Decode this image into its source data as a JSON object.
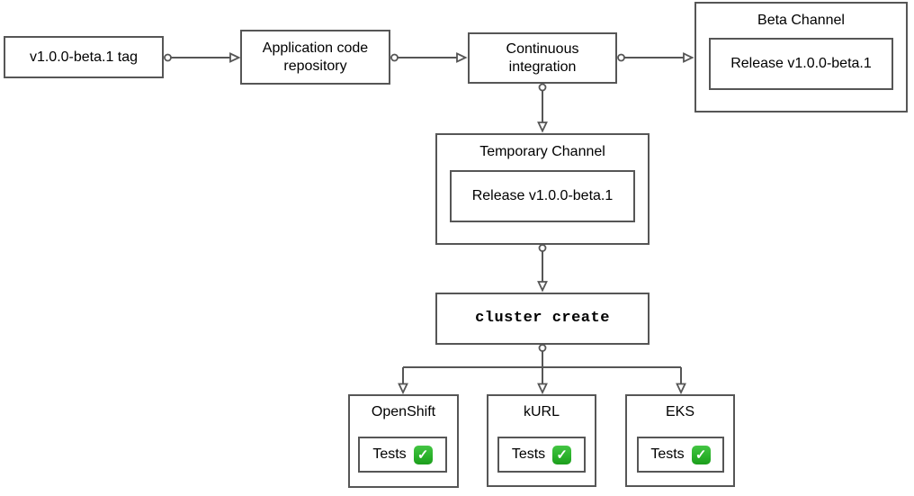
{
  "nodes": {
    "tag": {
      "label": "v1.0.0-beta.1 tag"
    },
    "repo": {
      "label": "Application code repository"
    },
    "ci": {
      "label": "Continuous integration"
    },
    "beta_channel": {
      "title": "Beta Channel",
      "release_label": "Release v1.0.0-beta.1"
    },
    "temp_channel": {
      "title": "Temporary Channel",
      "release_label": "Release v1.0.0-beta.1"
    },
    "cluster_create": {
      "label": "cluster create"
    },
    "clusters": [
      {
        "title": "OpenShift",
        "tests_label": "Tests",
        "status_icon": "check-mark-button",
        "check_glyph": "✓"
      },
      {
        "title": "kURL",
        "tests_label": "Tests",
        "status_icon": "check-mark-button",
        "check_glyph": "✓"
      },
      {
        "title": "EKS",
        "tests_label": "Tests",
        "status_icon": "check-mark-button",
        "check_glyph": "✓"
      }
    ]
  },
  "colors": {
    "background": "#ffffff",
    "box_border": "#565656",
    "connector": "#565656",
    "text": "#000000",
    "check_green": "#2bb22b",
    "check_mark_white": "#ffffff"
  }
}
